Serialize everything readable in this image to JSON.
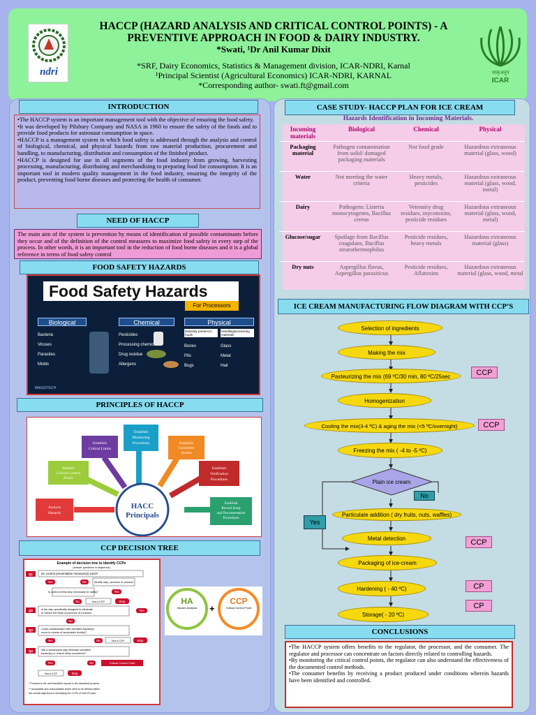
{
  "header": {
    "title": "HACCP (HAZARD ANALYSIS AND CRITICAL CONTROL POINTS) - A PREVENTIVE APPROACH IN FOOD & DAIRY INDUSTRY.",
    "authors": "*Swati, ¹Dr Anil Kumar Dixit",
    "aff1": "*SRF, Dairy Economics, Statistics & Management division, ICAR-NDRI, Karnal",
    "aff2": "¹Principal Scientist (Agricultural Economics) ICAR-NDRI, KARNAL",
    "aff3": "*Corresponding author- swati.ft@gmail.com",
    "logo_left_text": "ndri",
    "logo_right_text": "ICAR"
  },
  "intro": {
    "heading": "INTRODUCTION",
    "text": "•The HACCP system is an important management tool with the objective of ensuring the food safety.\n•It was developed by Pilsbury Company and NASA in 1960 to ensure the safety of the foods and to provide food products for astronaut consumption in space.\n•HACCP is a management system in which food safety is addressed through the analysis and control of biological, chemical, and physical hazards from raw material production, procurement and handling, to manufacturing, distribution and consumption of the finished product.\n•HACCP is designed for use in all segments of the food industry from growing, harvesting processing, manufacturing, distributing and merchandising to preparing food for consumption. It is an important tool in modern quality management in the food industry, ensuring the integrity of the product, preventing food borne diseases and protecting the health of consumer."
  },
  "need": {
    "heading": "NEED OF HACCP",
    "text": "The main aim of the system is prevention by means of identification of possible contaminants before they occur and of the definition of the control measures to maximize food safety in every step of the process. In other words, it is an important tool in the reduction of food borne diseases and it is a global reference in terms of food safety control"
  },
  "fsh": {
    "heading": "FOOD SAFETY HAZARDS",
    "title": "Food Safety Hazards",
    "sub": "For Processors",
    "biological": "Biological",
    "chemical": "Chemical",
    "physical": "Physical",
    "bio_items": [
      "Bacteria",
      "Viruses",
      "Parasites",
      "Molds"
    ],
    "chem_items": [
      "Pesticides",
      "Processing chemicals",
      "Drug residue",
      "Allergens"
    ],
    "phys_left": "Naturally present in foods",
    "phys_right": "Handling/processing materials",
    "phys_items_l": [
      "Bones",
      "Pits",
      "Bugs"
    ],
    "phys_items_r": [
      "Glass",
      "Metal",
      "Hair"
    ],
    "brand": "MAGGITECH"
  },
  "principles": {
    "heading": "PRINCIPLES OF HACCP",
    "center": "HACC Principals",
    "nodes": [
      "Analyze Hazards",
      "Identify Critical Control Points",
      "Establish Critical Limits",
      "Establish Monitoring Procedures",
      "Establish Corrective Action",
      "Establish Verification Procedures",
      "Establish Record Keep and Documentation Procedures"
    ]
  },
  "decision": {
    "heading": "CCP DECISION TREE",
    "title": "Example of decision tree to identify CCPs",
    "sub": "(answer questions in sequence)",
    "q1": "Do control preventative measure(s) exist?",
    "modify": "Modify step, process or product",
    "q1b": "Is control at this step necessary for safety?",
    "q2": "Is the step specifically designed to eliminate or reduce the likely occurrence of a hazard to an acceptable level?**",
    "q3": "Could contamination with identified hazard(s) occur in excess of acceptable level(s) or could these increase to unacceptable levels?",
    "q4": "Will a subsequent step eliminate identified hazard(s) or reduce likely occurrence to an acceptable level?**",
    "yes": "Yes",
    "no": "No",
    "stop": "Stop",
    "not_ccp": "Not a CCP",
    "critical": "Critical Control Point",
    "foot1": "*  Proceed to the next identified hazard in the described process.",
    "foot2": "** Acceptable and unacceptable levels need to be defined within the overall objectives in identifying the CCPs of HACCP plan.",
    "ha": "HA",
    "ha_sub": "Hazard Analysis",
    "ccp": "CCP",
    "ccp_sub": "Critical Control Point",
    "plus": "+"
  },
  "case": {
    "heading": "CASE STUDY- HACCP PLAN FOR ICE CREAM",
    "sub": "Hazards Identification in Incoming Materials.",
    "columns": [
      "Incoming materials",
      "Biological",
      "Chemical",
      "Physical"
    ],
    "rows": [
      [
        "Packaging material",
        "Pathogen contamination from solid/ damaged packaging materials",
        "Not food grade",
        "Hazardous extraneous material (glass, wood)"
      ],
      [
        "Water",
        "Not meeting  the water criteria",
        "Heavy metals, pesticides",
        "Hazardous extraneous material (glass, wood, metal)"
      ],
      [
        "Dairy",
        "Pathogens: Listeria monocytogenes, Bacillus cereus",
        "Vetenairy drug residues, mycotoxins, pesticide residues",
        "Hazardous extraneous material (glass, wood, metal)"
      ],
      [
        "Glucose/sugar",
        "Spoilage from Bacillus coagulans, Bacillus stearothermophilus",
        "Pesticide residues, heavy metals",
        "Hazardous extraneous material (glass)"
      ],
      [
        "Dry nuts",
        "Aspergillus flavus, Aspergillus parasiticus",
        "Pesticide residues, Aflatoxins",
        "Hazardous extraneous material (glass, wood, metal"
      ]
    ]
  },
  "flow": {
    "heading": "ICE CREAM MANUFACTURING FLOW DIAGRAM WITH CCP’S",
    "steps": [
      "Selection of ingredients",
      "Making the mix",
      "Pasteurizing the mix  (69 ºC/30 min, 80 ºC/25sec",
      "Homogenization",
      "Cooling  the mix(3-4 ºC) & aging the mix (<5 ºC/overnight)",
      "Freezing the mix ( -4 to -5 ºC)",
      "Plain ice cream",
      "Particulate addition ( dry fruits, nuts, waffles)",
      "Metal detection",
      "Packaging of ice-cream",
      "Hardening ( - 40 ºC)",
      "Storage( - 20 ºC)"
    ],
    "ccp_labels": [
      "CCP",
      "CCP",
      "CCP",
      "CP",
      "CP"
    ],
    "no": "No",
    "yes": "Yes"
  },
  "conclusions": {
    "heading": "CONCLUSIONS",
    "text": "•The HACCP system offers benefits to the regulator, the processor, and the consumer. The regulator and processor can concentrate on factors directly related to controlling hazards.\n•By monitoring the critical control points, the regulator can also understand the effectiveness of the documented control methods.\n•The consumer benefits by receiving a product produced under conditions wherein hazards have been identified and controlled."
  }
}
